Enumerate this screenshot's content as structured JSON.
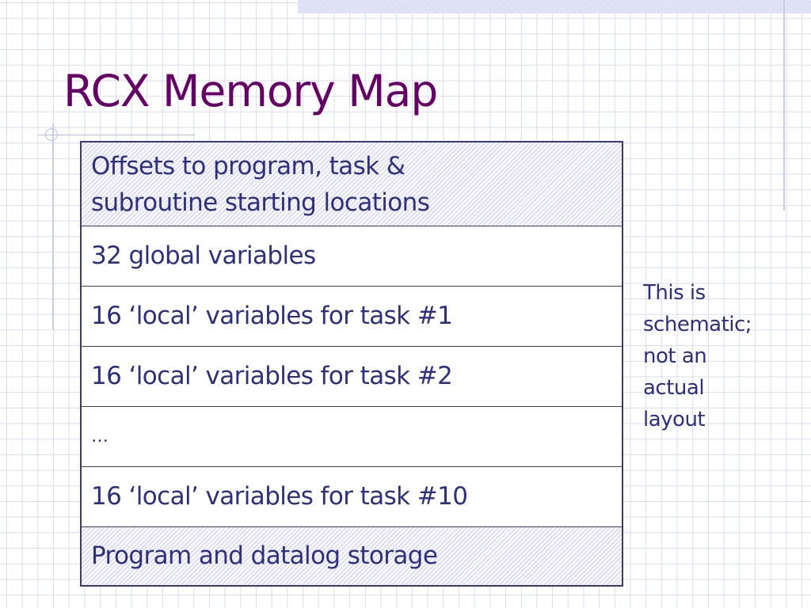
{
  "slide": {
    "title": "RCX Memory Map",
    "rows": [
      {
        "line1": "Offsets to program, task &",
        "line2": "subroutine starting locations"
      },
      {
        "text": "32 global variables"
      },
      {
        "text": "16 ‘local’ variables for task #1"
      },
      {
        "text": "16 ‘local’ variables for task #2"
      },
      {
        "text": "…"
      },
      {
        "text": "16 ‘local’ variables for task #10"
      },
      {
        "text": "Program and datalog storage"
      }
    ],
    "note_lines": [
      "This is",
      "schematic;",
      "not an",
      "actual",
      "layout"
    ]
  },
  "colors": {
    "title": "#660066",
    "text": "#2f2f80",
    "border": "#3a3a7a",
    "grid": "#d9dcef"
  }
}
